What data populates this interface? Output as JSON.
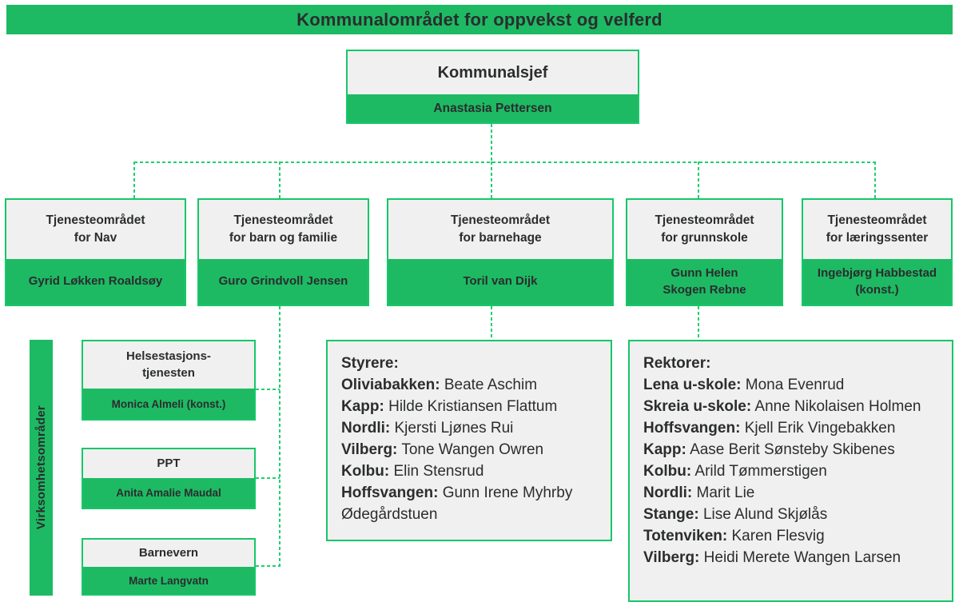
{
  "colors": {
    "green": "#1dba63",
    "green_border": "#17c768",
    "dash": "#21cf70",
    "panel_gray": "#f0f0f0",
    "text_dark": "#2b2d2e"
  },
  "banner": {
    "title": "Kommunalområdet for oppvekst og velferd"
  },
  "leader": {
    "title": "Kommunalsjef",
    "name": "Anastasia Pettersen"
  },
  "departments": [
    {
      "title": "Tjenesteområdet\nfor Nav",
      "name": "Gyrid Løkken Roaldsøy"
    },
    {
      "title": "Tjenesteområdet\nfor barn og familie",
      "name": "Guro Grindvoll Jensen"
    },
    {
      "title": "Tjenesteområdet\nfor barnehage",
      "name": "Toril van Dijk"
    },
    {
      "title": "Tjenesteområdet\nfor grunnskole",
      "name": "Gunn Helen\nSkogen Rebne"
    },
    {
      "title": "Tjenesteområdet\nfor læringssenter",
      "name": "Ingebjørg Habbestad\n(konst.)"
    }
  ],
  "sidebar": {
    "label": "Virksomhetsområder"
  },
  "units": [
    {
      "title": "Helsestasjons-\ntjenesten",
      "name": "Monica Almeli (konst.)"
    },
    {
      "title": "PPT",
      "name": "Anita Amalie Maudal"
    },
    {
      "title": "Barnevern",
      "name": "Marte Langvatn"
    }
  ],
  "styrere": {
    "heading": "Styrere:",
    "entries": [
      {
        "label": "Oliviabakken:",
        "name": "Beate Aschim"
      },
      {
        "label": "Kapp:",
        "name": "Hilde Kristiansen Flattum"
      },
      {
        "label": "Nordli:",
        "name": "Kjersti Ljønes Rui"
      },
      {
        "label": "Vilberg:",
        "name": "Tone Wangen Owren"
      },
      {
        "label": "Kolbu:",
        "name": "Elin Stensrud"
      },
      {
        "label": "Hoffsvangen:",
        "name": "Gunn Irene Myhrby Ødegårdstuen"
      }
    ]
  },
  "rektorer": {
    "heading": "Rektorer:",
    "entries": [
      {
        "label": "Lena u-skole:",
        "name": "Mona Evenrud"
      },
      {
        "label": "Skreia u-skole:",
        "name": "Anne Nikolaisen Holmen"
      },
      {
        "label": "Hoffsvangen:",
        "name": "Kjell Erik Vingebakken"
      },
      {
        "label": "Kapp:",
        "name": "Aase Berit Sønsteby Skibenes"
      },
      {
        "label": "Kolbu:",
        "name": "Arild Tømmerstigen"
      },
      {
        "label": "Nordli:",
        "name": "Marit Lie"
      },
      {
        "label": "Stange:",
        "name": "Lise Alund Skjølås"
      },
      {
        "label": "Totenviken:",
        "name": "Karen Flesvig"
      },
      {
        "label": "Vilberg:",
        "name": "Heidi Merete Wangen Larsen"
      }
    ]
  }
}
